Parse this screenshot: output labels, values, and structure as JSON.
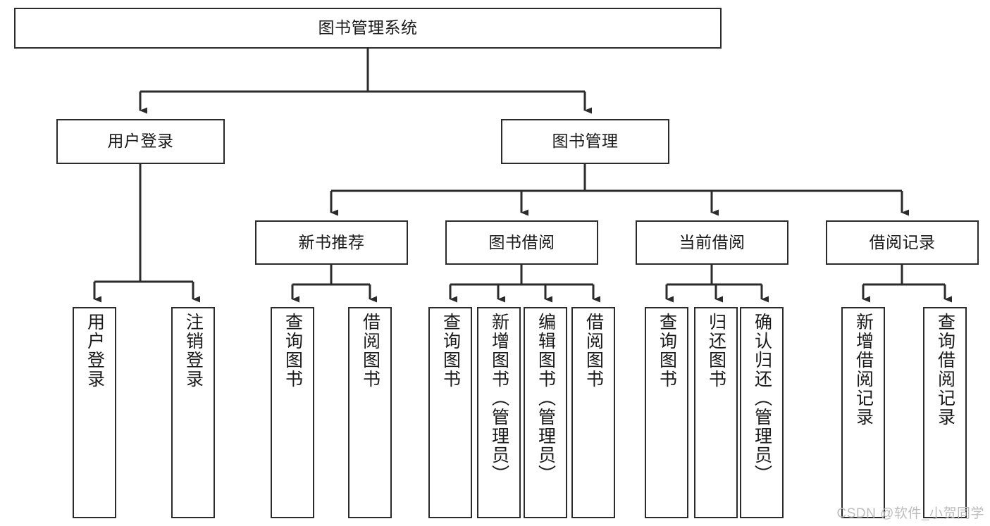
{
  "diagram": {
    "title": "图书管理系统",
    "type": "tree-hierarchy",
    "root": {
      "label": "图书管理系统"
    },
    "level2": [
      {
        "label": "用户登录"
      },
      {
        "label": "图书管理"
      }
    ],
    "level3": [
      {
        "label": "新书推荐"
      },
      {
        "label": "图书借阅"
      },
      {
        "label": "当前借阅"
      },
      {
        "label": "借阅记录"
      }
    ],
    "leaves_user_login": [
      {
        "label": "用户登录"
      },
      {
        "label": "注销登录"
      }
    ],
    "leaves_new_books": [
      {
        "label": "查询图书"
      },
      {
        "label": "借阅图书"
      }
    ],
    "leaves_borrow": [
      {
        "label": "查询图书"
      },
      {
        "label": "新增图书（管理员）"
      },
      {
        "label": "编辑图书（管理员）"
      },
      {
        "label": "借阅图书"
      }
    ],
    "leaves_current": [
      {
        "label": "查询图书"
      },
      {
        "label": "归还图书"
      },
      {
        "label": "确认归还（管理员）"
      }
    ],
    "leaves_records": [
      {
        "label": "新增借阅记录"
      },
      {
        "label": "查询借阅记录"
      }
    ]
  },
  "watermark": {
    "text": "CSDN @软件_小贺同学"
  },
  "colors": {
    "stroke": "#2b2b2b",
    "fill": "#ffffff",
    "text": "#1a1a1a",
    "watermark": "#bdbdbd"
  }
}
